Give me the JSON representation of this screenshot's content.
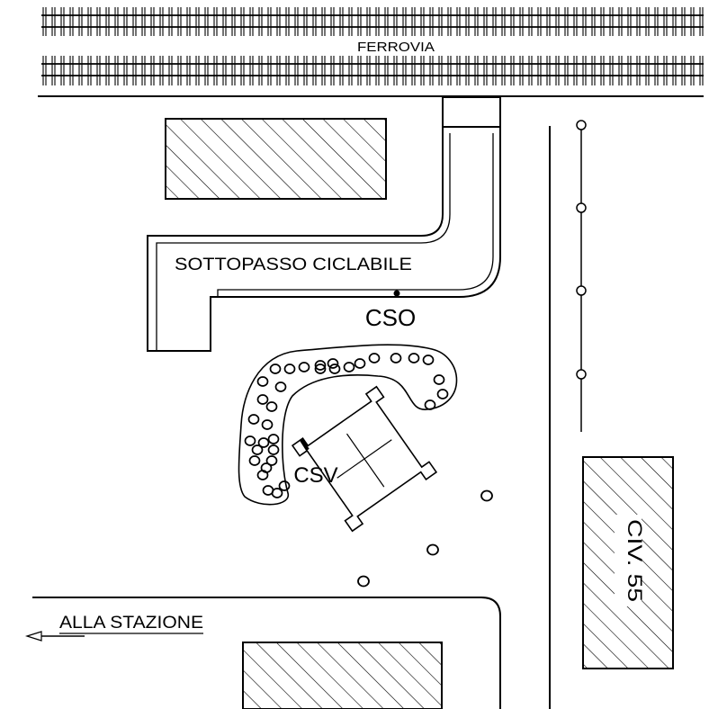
{
  "labels": {
    "railway": "FERROVIA",
    "underpass": "SOTTOPASSO CICLABILE",
    "cso": "CSO",
    "csv": "CSV",
    "station": "ALLA STAZIONE",
    "civic": "CIV. 55"
  },
  "colors": {
    "ink": "#000000",
    "paper": "#ffffff"
  },
  "tree_count": 34
}
